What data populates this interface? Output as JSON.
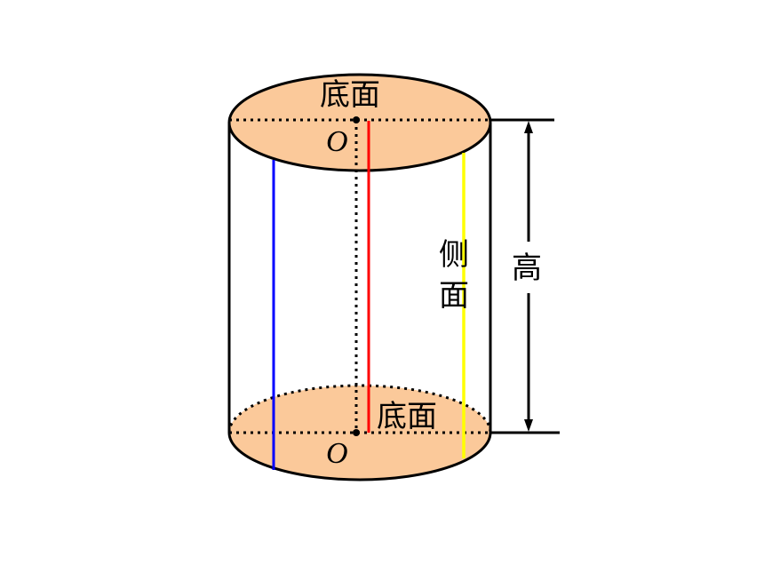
{
  "labels": {
    "top_base": "底面",
    "bottom_base": "底面",
    "top_center": "O",
    "bottom_center": "O",
    "lateral_face_line1": "侧",
    "lateral_face_line2": "面",
    "height": "高"
  },
  "colors": {
    "base_fill": "#FBC99A",
    "outline": "#000000",
    "generatrix_left": "#0000FF",
    "generatrix_center": "#FF0000",
    "generatrix_right": "#FFFF00",
    "background": "#FFFFFF"
  }
}
